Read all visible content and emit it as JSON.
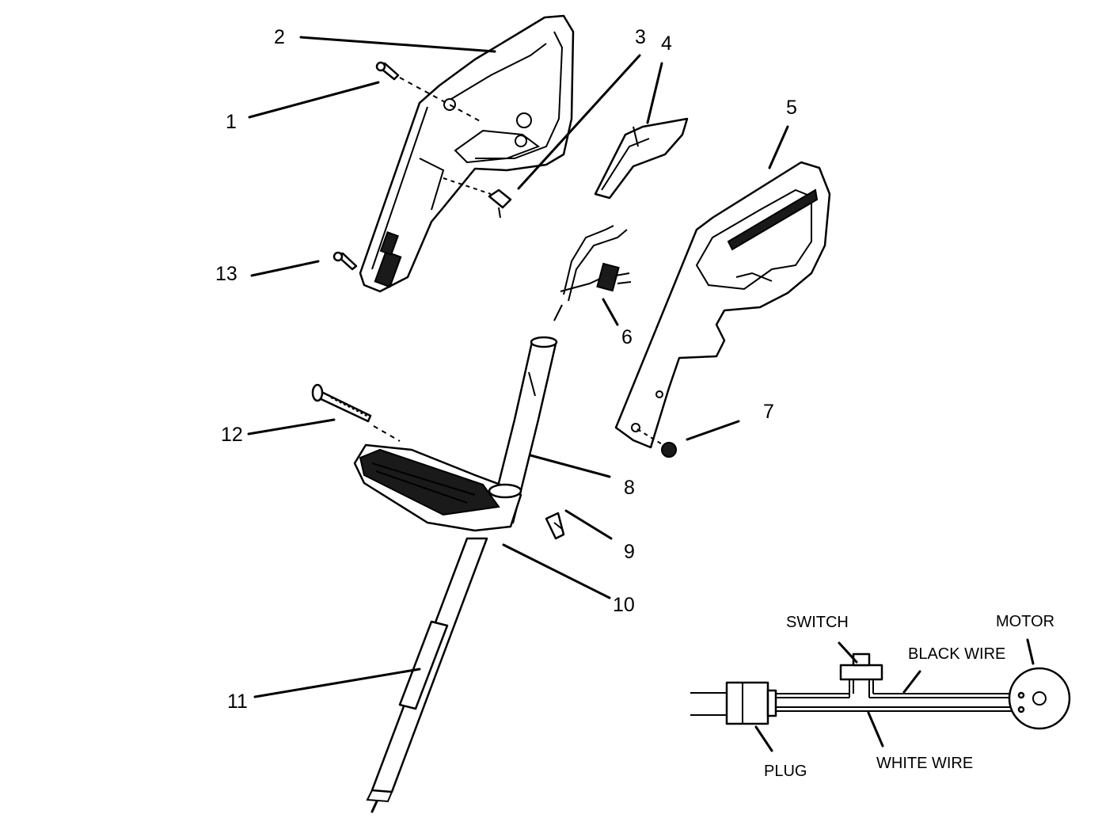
{
  "callouts": [
    "1",
    "2",
    "3",
    "4",
    "5",
    "6",
    "7",
    "8",
    "9",
    "10",
    "11",
    "12",
    "13"
  ],
  "wiring": {
    "switch": "SWITCH",
    "motor": "MOTOR",
    "black_wire": "BLACK WIRE",
    "white_wire": "WHITE WIRE",
    "plug": "PLUG"
  }
}
